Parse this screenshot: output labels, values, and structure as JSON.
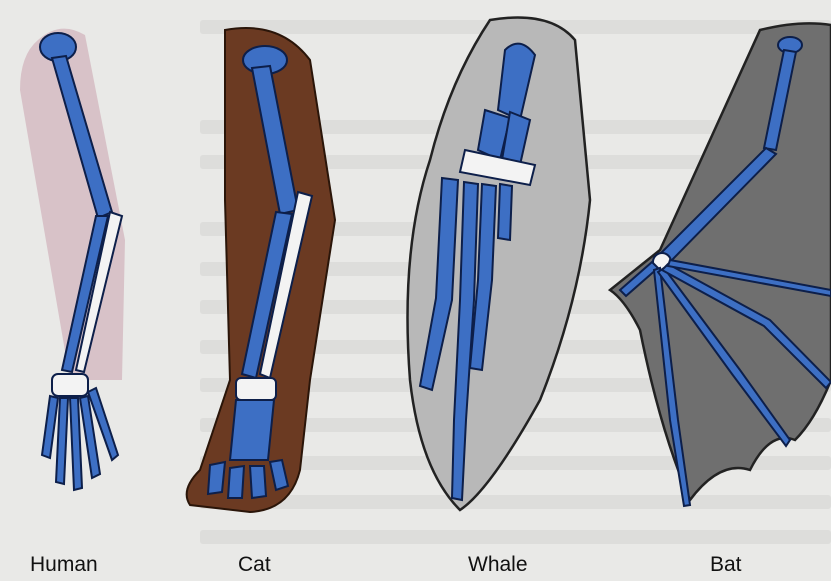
{
  "figure": {
    "labels": {
      "human": "Human",
      "cat": "Cat",
      "whale": "Whale",
      "bat": "Bat"
    },
    "colors": {
      "bone": "#3d6fc4",
      "bone_outline": "#0d1f4a",
      "wrist": "#f3f3f3",
      "human_skin": "#d8c2c8",
      "cat_fur": "#6b3a22",
      "whale_skin": "#b8b8b8",
      "bat_wing": "#6f6f6f",
      "background": "#e9e9e7"
    }
  }
}
